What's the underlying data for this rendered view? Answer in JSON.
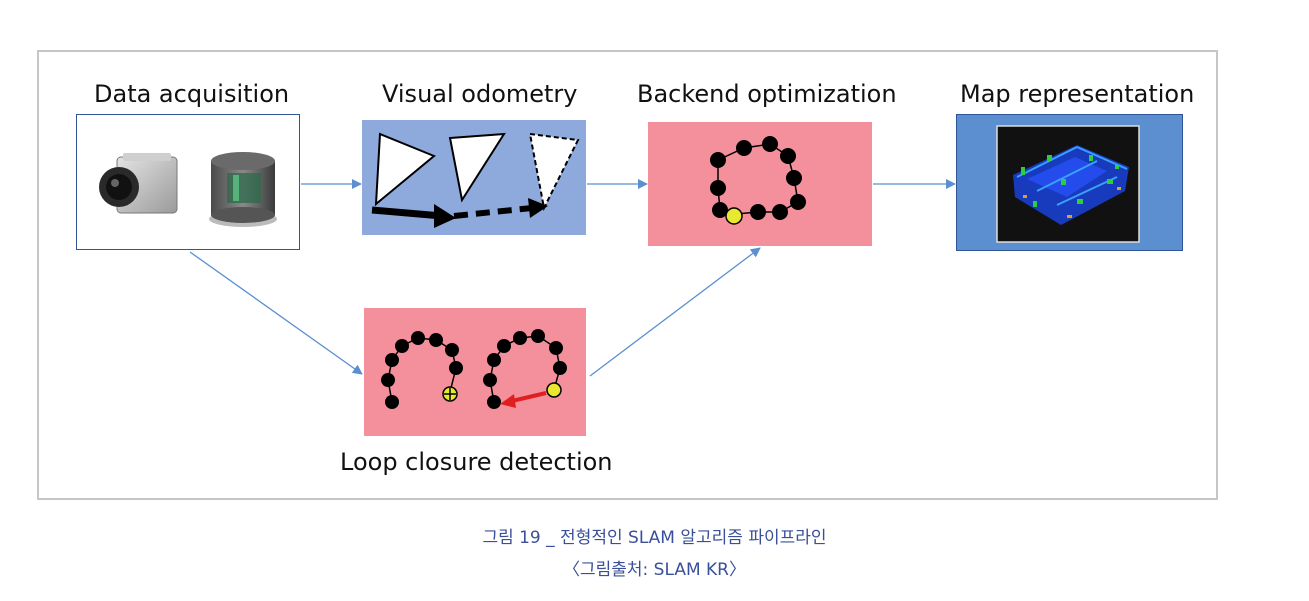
{
  "stages": {
    "data_acquisition": "Data acquisition",
    "visual_odometry": "Visual odometry",
    "backend_optimization": "Backend optimization",
    "map_representation": "Map representation",
    "loop_closure_detection": "Loop closure detection"
  },
  "caption": {
    "line1": "그림 19 _ 전형적인 SLAM 알고리즘 파이프라인",
    "line2": "〈그림출처: SLAM KR〉"
  },
  "colors": {
    "border": "#c6c6c6",
    "arrow": "#5b8fd0",
    "vo_panel": "#8eaadc",
    "pink_panel": "#f4909c",
    "map_panel": "#5b8fd0",
    "node": "#000000",
    "highlight_node": "#e8e830",
    "loop_arrow": "#e02020",
    "caption": "#3a4f9a"
  },
  "icons": [
    "camera-icon",
    "lidar-icon",
    "point-cloud-map-image"
  ]
}
